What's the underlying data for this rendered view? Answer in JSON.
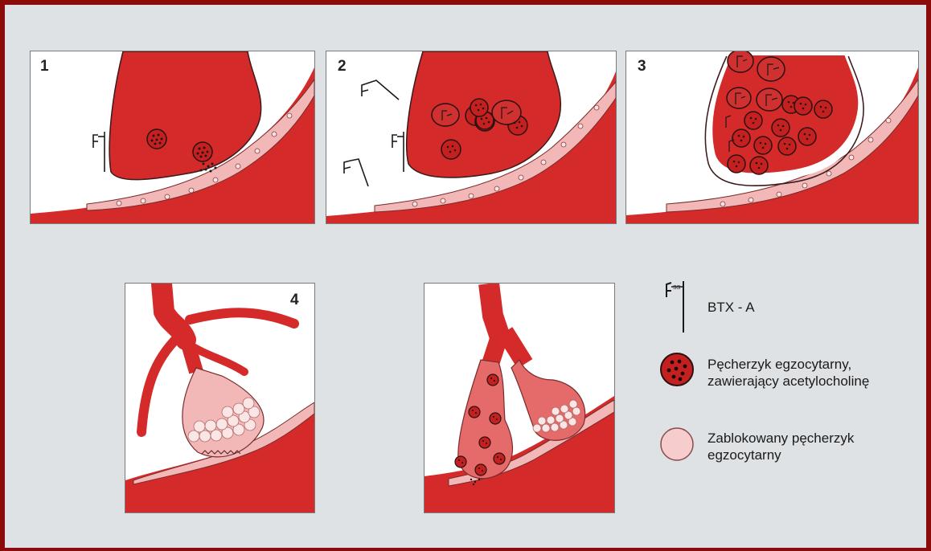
{
  "panels": [
    {
      "number": "1"
    },
    {
      "number": "2"
    },
    {
      "number": "3"
    },
    {
      "number": "4"
    },
    {
      "number": ""
    }
  ],
  "legend": {
    "btx": {
      "label": "BTX - A",
      "symbol_text": "SS"
    },
    "vesicle": {
      "line1": "Pęcherzyk egzocytarny,",
      "line2": "zawierający acetylocholinę"
    },
    "blocked": {
      "line1": "Zablokowany pęcherzyk",
      "line2": "egzocytarny"
    }
  },
  "colors": {
    "frame": "#8b0a0a",
    "background": "#dfe2e5",
    "nerve_terminal": "#d42a2a",
    "muscle": "#d42a2a",
    "postsynaptic_membrane": "#f2b8b8",
    "blocked_vesicle": "#f6cccc"
  }
}
